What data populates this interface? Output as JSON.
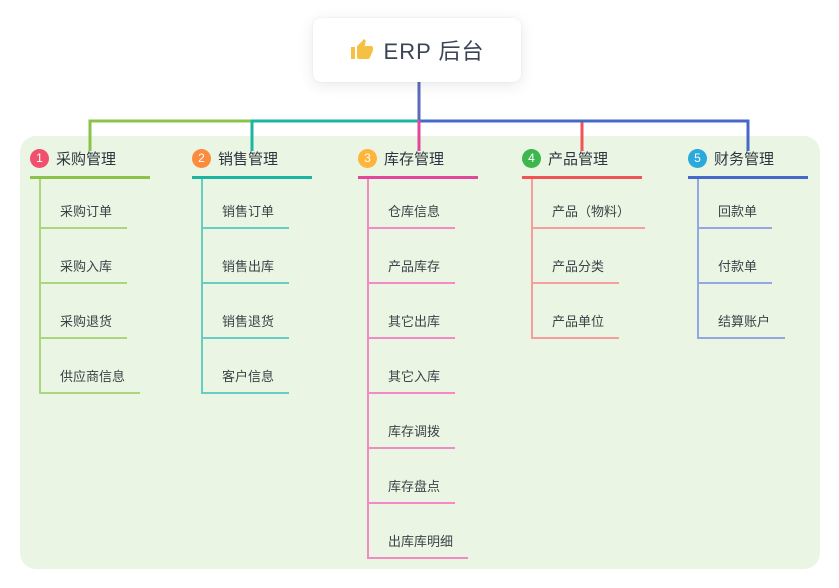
{
  "root": {
    "label": "ERP 后台",
    "icon": "thumbs-up-icon",
    "icon_color": "#f6c142",
    "connector_color": "#5b6abf"
  },
  "canvas": {
    "background": "#ffffff",
    "panel_background": "#eaf6e3"
  },
  "branches": [
    {
      "index": "1",
      "label": "采购管理",
      "badge_color": "#f0506e",
      "line_color": "#8bc34a",
      "child_line_color": "#abd67f",
      "children": [
        "采购订单",
        "采购入库",
        "采购退货",
        "供应商信息"
      ]
    },
    {
      "index": "2",
      "label": "销售管理",
      "badge_color": "#fb8b3d",
      "line_color": "#1cb5a3",
      "child_line_color": "#66cfc2",
      "children": [
        "销售订单",
        "销售出库",
        "销售退货",
        "客户信息"
      ]
    },
    {
      "index": "3",
      "label": "库存管理",
      "badge_color": "#ffb43c",
      "line_color": "#e2469d",
      "child_line_color": "#f28ac3",
      "children": [
        "仓库信息",
        "产品库存",
        "其它出库",
        "其它入库",
        "库存调拨",
        "库存盘点",
        "出库库明细"
      ]
    },
    {
      "index": "4",
      "label": "产品管理",
      "badge_color": "#3cb64d",
      "line_color": "#f25356",
      "child_line_color": "#f79d9d",
      "children": [
        "产品（物料）",
        "产品分类",
        "产品单位"
      ]
    },
    {
      "index": "5",
      "label": "财务管理",
      "badge_color": "#2ba8dc",
      "line_color": "#4668c8",
      "child_line_color": "#93a7e3",
      "children": [
        "回款单",
        "付款单",
        "结算账户"
      ]
    }
  ]
}
